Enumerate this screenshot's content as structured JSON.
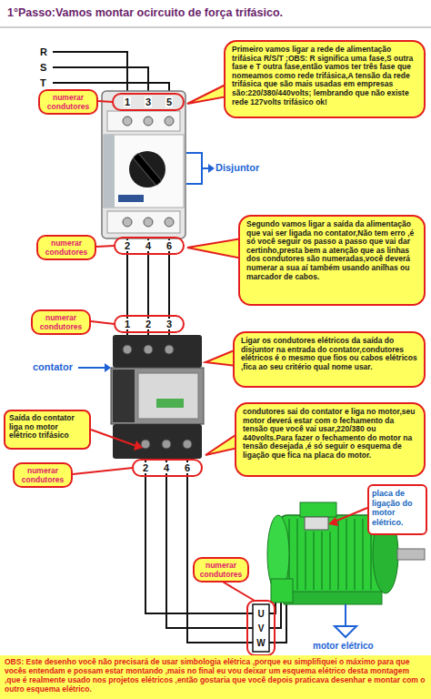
{
  "diagram": {
    "title": "1°Passo:Vamos montar ocircuito de força trifásico.",
    "nodes": [
      {
        "text": [
          "Primeiro vamos ligar a rede de alimentação trifásica R/S/T ;OBS: R significa uma fase,S outra fase e T outra fase,então vamos ter três fase que nomeamos como rede trifásica,A tensão da rede trifásica que são mais usadas em empresas são:220/380/440volts; lembrando que não existe rede 127volts trifásico ok!"
        ]
      },
      {
        "text": [
          "numerar condutores"
        ]
      },
      {
        "text": [
          "Segundo vamos ligar a saída da alimentação que vai ser ligada no contator,Não tem erro ,é só você seguir os passo a passo que vai dar certinho,presta bem a atenção que as linhas dos condutores são numeradas,você deverá numerar a sua aí também usando anilhas ou marcador de cabos."
        ]
      },
      {
        "text": [
          "numerar condutores"
        ]
      },
      {
        "text": [
          "numerar condutores"
        ]
      },
      {
        "text": [
          "Ligar os condutores elétricos da saída do disjuntor na entrada do contator,condutores elétricos é o mesmo que fios ou cabos elétricos ,fica ao seu critério qual nome usar."
        ]
      },
      {
        "text": [
          "Saída do contator liga no motor elétrico trifásico"
        ]
      },
      {
        "text": [
          "condutores sai do contator e liga no motor,seu motor deverá estar com o fechamento da tensão que você vai usar,220/380 ou 440volts.Para fazer o fechamento do motor na tensão desejada ,é só seguir o esquema de ligação que fica na placa do motor."
        ]
      },
      {
        "text": [
          "numerar condutores"
        ]
      },
      {
        "text": [
          "placa de ligação do motor elétrico."
        ]
      },
      {
        "text": [
          "numerar condutores"
        ]
      },
      {
        "text": [
          "OBS: Este desenho você não precisará de usar simbologia elétrica ,porque eu simplifiquei o máximo para que vocês entendam e possam estar montando ,mais no final eu vou deixar um esquema elétrico desta montagem ,que é realmente usado nos projetos elétricos ,então gostaria que você depois praticava desenhar e montar com o outro esquema elétrico."
        ]
      }
    ],
    "labels": [
      "R",
      "S",
      "T",
      "1",
      "3",
      "5",
      "Disjuntor",
      "2",
      "4",
      "6",
      "1",
      "2",
      "3",
      "contator",
      "2",
      "4",
      "6",
      "U",
      "V",
      "W",
      "motor elétrico"
    ]
  }
}
